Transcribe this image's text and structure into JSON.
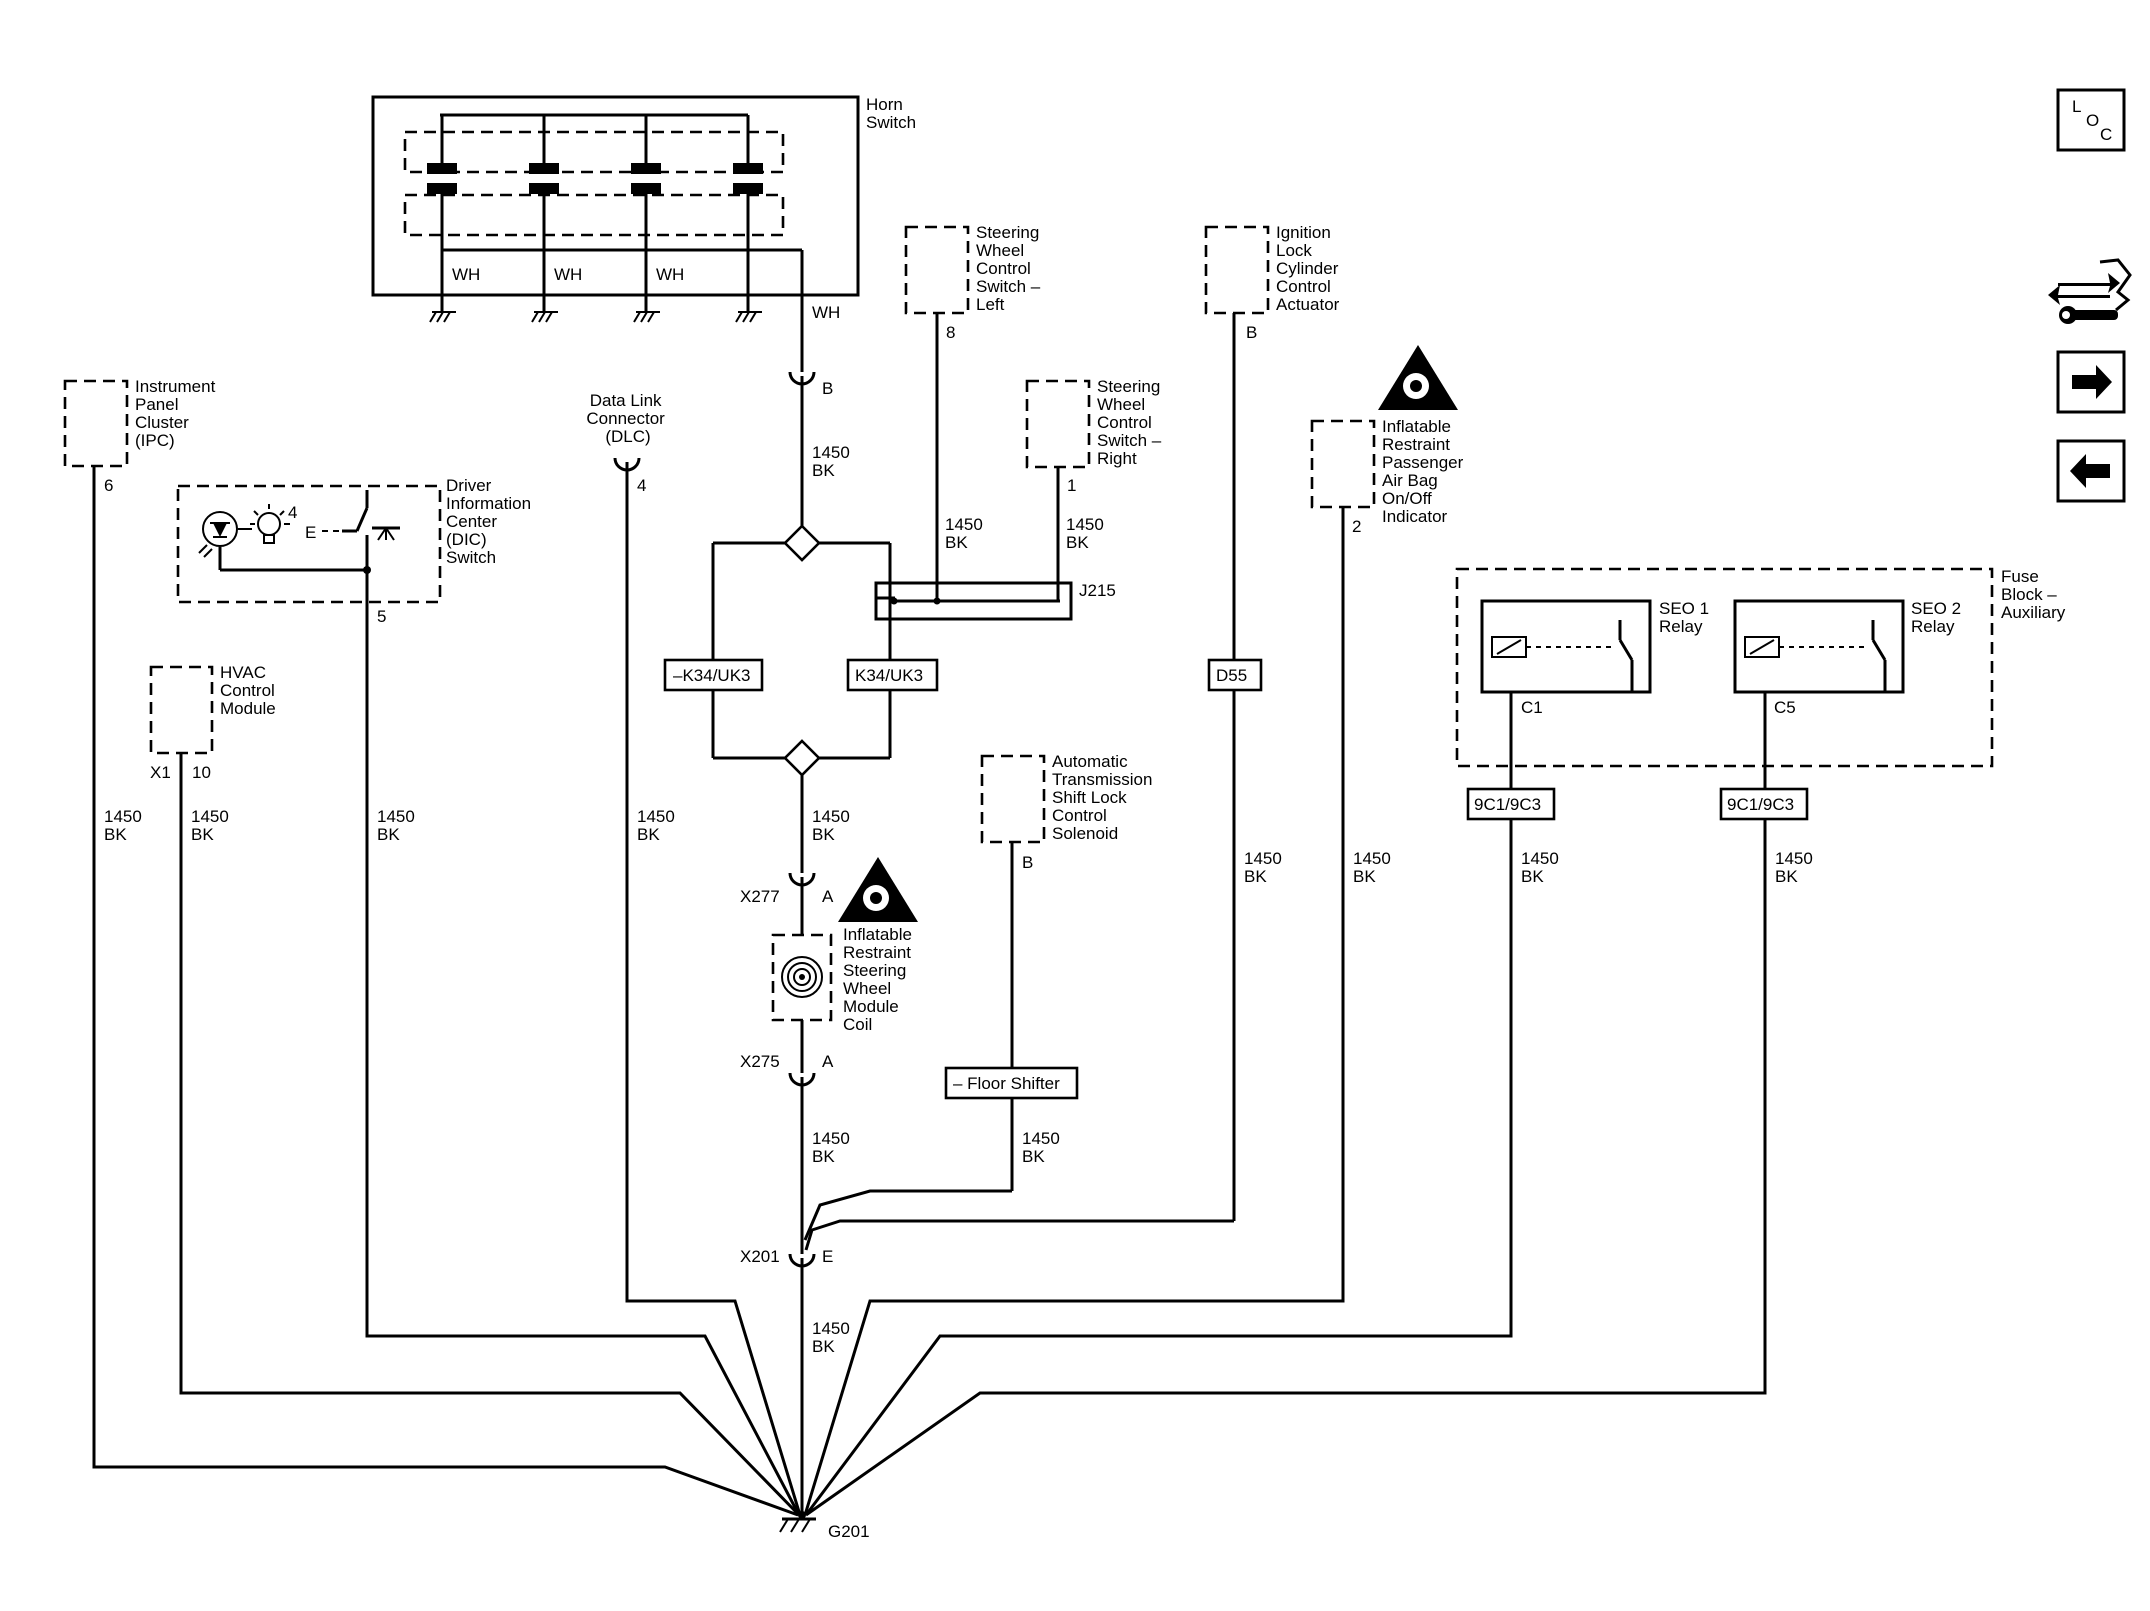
{
  "components": {
    "horn_switch": [
      "Horn",
      "Switch"
    ],
    "ipc": [
      "Instrument",
      "Panel",
      "Cluster",
      "(IPC)"
    ],
    "dlc": [
      "Data Link",
      "Connector",
      "(DLC)"
    ],
    "dic": [
      "Driver",
      "Information",
      "Center",
      "(DIC)",
      "Switch"
    ],
    "hvac": [
      "HVAC",
      "Control",
      "Module"
    ],
    "swc_left": [
      "Steering",
      "Wheel",
      "Control",
      "Switch –",
      "Left"
    ],
    "swc_right": [
      "Steering",
      "Wheel",
      "Control",
      "Switch –",
      "Right"
    ],
    "ignition": [
      "Ignition",
      "Lock",
      "Cylinder",
      "Control",
      "Actuator"
    ],
    "passenger_airbag": [
      "Inflatable",
      "Restraint",
      "Passenger",
      "Air Bag",
      "On/Off",
      "Indicator"
    ],
    "fuse_block": [
      "Fuse",
      "Block –",
      "Auxiliary"
    ],
    "seo1": [
      "SEO 1",
      "Relay"
    ],
    "seo2": [
      "SEO 2",
      "Relay"
    ],
    "atsl": [
      "Automatic",
      "Transmission",
      "Shift Lock",
      "Control",
      "Solenoid"
    ],
    "airbag_coil": [
      "Inflatable",
      "Restraint",
      "Steering",
      "Wheel",
      "Module",
      "Coil"
    ]
  },
  "pins": {
    "ipc": "6",
    "dlc": "4",
    "dic": "5",
    "dic_lamp": "4",
    "hvac_x": "X1",
    "hvac_pin": "10",
    "swc_left": "8",
    "swc_right": "1",
    "ignition": "B",
    "passenger_airbag": "2",
    "horn": "B",
    "atsl": "B",
    "seo1": "C1",
    "seo2": "C5"
  },
  "connectors": {
    "x277": "X277",
    "x275": "X275",
    "x201": "X201",
    "x277_pin": "A",
    "x275_pin": "A",
    "x201_pin": "E"
  },
  "splice": "J215",
  "ground": "G201",
  "options": {
    "minus_k34": "–K34/UK3",
    "k34": "K34/UK3",
    "d55": "D55",
    "floor_shifter": "– Floor Shifter",
    "relay1_opt": "9C1/9C3",
    "relay2_opt": "9C1/9C3"
  },
  "wire": {
    "circuit": "1450",
    "color": "BK",
    "horn_color": "WH"
  },
  "nav": {
    "loc": [
      "L",
      "O",
      "C"
    ],
    "tools_icon": "connector-tools-icon",
    "next_icon": "arrow-right-icon",
    "prev_icon": "arrow-left-icon"
  }
}
